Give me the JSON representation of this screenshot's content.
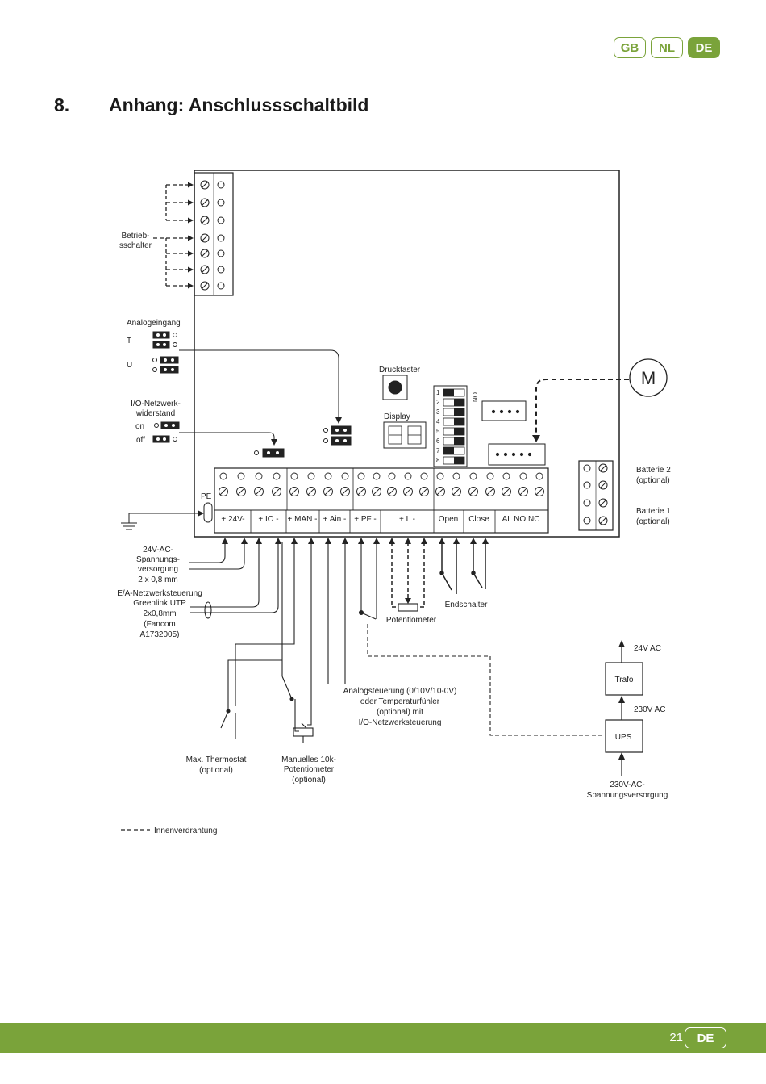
{
  "header": {
    "languages": [
      {
        "code": "GB",
        "active": false
      },
      {
        "code": "NL",
        "active": false
      },
      {
        "code": "DE",
        "active": true
      }
    ]
  },
  "section": {
    "number": "8.",
    "title": "Anhang: Anschlussschaltbild"
  },
  "diagram": {
    "labels": {
      "betrieb1": "Betrieb-",
      "betrieb2": "sschalter",
      "analogeingang": "Analogeingang",
      "t": "T",
      "u": "U",
      "io1": "I/O-Netzwerk-",
      "io2": "widerstand",
      "on": "on",
      "off": "off",
      "drucktaster": "Drucktaster",
      "display": "Display",
      "motor": "M",
      "pe": "PE",
      "dip_on": "ON",
      "batterie2_1": "Batterie 2",
      "batterie2_2": "(optional)",
      "batterie1_1": "Batterie 1",
      "batterie1_2": "(optional)",
      "supply1": "24V-AC-",
      "supply2": "Spannungs-",
      "supply3": "versorgung",
      "supply4": "2 x 0,8 mm",
      "net1": "E/A-Netzwerksteuerung",
      "net2": "Greenlink UTP",
      "net3": "2x0,8mm",
      "net4": "(Fancom",
      "net5": "A1732005)",
      "potentiometer": "Potentiometer",
      "endschalter": "Endschalter",
      "analog1": "Analogsteuerung (0/10V/10-0V)",
      "analog2": "oder Temperaturfühler",
      "analog3": "(optional) mit",
      "analog4": "I/O-Netzwerksteuerung",
      "thermo1": "Max. Thermostat",
      "thermo2": "(optional)",
      "manpot1": "Manuelles 10k-",
      "manpot2": "Potentiometer",
      "manpot3": "(optional)",
      "v24ac": "24V AC",
      "trafo": "Trafo",
      "v230ac": "230V AC",
      "ups": "UPS",
      "mains1": "230V-AC-",
      "mains2": "Spannungsversorgung",
      "legend": "Innenverdrahtung"
    },
    "terminals": [
      "+ 24V-",
      "+ IO -",
      "+ MAN -",
      "+ Ain -",
      "+ PF -",
      "+ L -",
      "Open",
      "Close",
      "AL NO NC"
    ],
    "dip_numbers": [
      "1",
      "2",
      "3",
      "4",
      "5",
      "6",
      "7",
      "8"
    ]
  },
  "footer": {
    "page_number": "21",
    "language": "DE"
  }
}
